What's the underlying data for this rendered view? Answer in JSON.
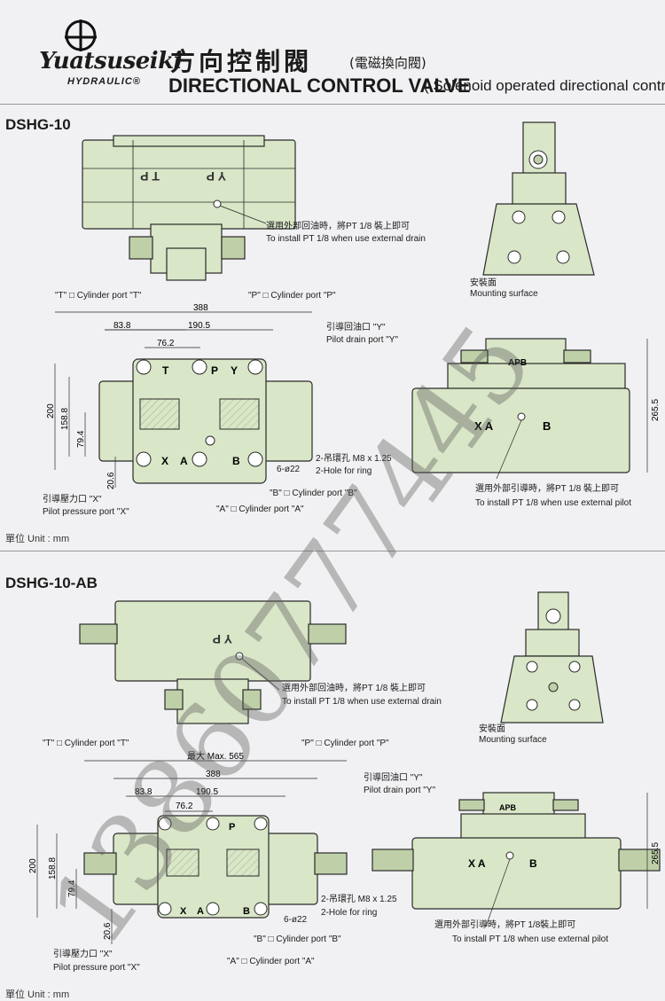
{
  "header": {
    "brand": "Yuatsuseiki",
    "brand_sub": "HYDRAULIC®",
    "title_zh": "方向控制閥",
    "title_zh_sub": "(電磁換向閥)",
    "title_en": "DIRECTIONAL CONTROL VALVE",
    "title_en_sub": "( Solenoid operated directional control va"
  },
  "watermark": "13860777445",
  "section1": {
    "title": "DSHG-10",
    "drain_zh": "選用外部回油時，將PT 1/8 裝上即可",
    "drain_en": "To install PT 1/8 when use external drain",
    "mount_zh": "安裝面",
    "mount_en": "Mounting surface",
    "t_port": "\"T\" □ Cylinder port \"T\"",
    "p_port": "\"P\" □ Cylinder port \"P\"",
    "dim_388": "388",
    "dim_83_8": "83.8",
    "dim_190_5": "190.5",
    "dim_76_2": "76.2",
    "dim_200": "200",
    "dim_158_8": "158.8",
    "dim_79_4": "79.4",
    "dim_20_6": "20.6",
    "y_port_zh": "引導回油口 \"Y\"",
    "y_port_en": "Pilot drain port \"Y\"",
    "ring_zh": "2-吊環孔 M8 x 1.25",
    "ring_en": "2-Hole for ring",
    "holes": "6-ø22",
    "b_port": "\"B\" □ Cylinder port \"B\"",
    "a_port": "\"A\" □ Cylinder port \"A\"",
    "x_port_zh": "引導壓力口 \"X\"",
    "x_port_en": "Pilot pressure port \"X\"",
    "pilot_zh": "選用外部引導時，將PT 1/8 裝上即可",
    "pilot_en": "To install PT 1/8 when use external pilot",
    "dim_265_5": "265.5",
    "unit": "單位 Unit : mm"
  },
  "section2": {
    "title": "DSHG-10-AB",
    "drain_zh": "選用外部回油時，將PT 1/8 裝上即可",
    "drain_en": "To install PT 1/8 when use external drain",
    "mount_zh": "安裝面",
    "mount_en": "Mounting surface",
    "t_port": "\"T\" □ Cylinder port \"T\"",
    "p_port": "\"P\" □ Cylinder port \"P\"",
    "max": "最大 Max. 565",
    "dim_388": "388",
    "dim_83_8": "83.8",
    "dim_190_5": "190.5",
    "dim_76_2": "76.2",
    "dim_200": "200",
    "dim_158_8": "158.8",
    "dim_79_4": "79.4",
    "dim_20_6": "20.6",
    "y_port_zh": "引導回油口 \"Y\"",
    "y_port_en": "Pilot drain port \"Y\"",
    "ring_zh": "2-吊環孔 M8 x 1.25",
    "ring_en": "2-Hole for ring",
    "holes": "6-ø22",
    "b_port": "\"B\" □ Cylinder port \"B\"",
    "a_port": "\"A\" □ Cylinder port \"A\"",
    "x_port_zh": "引導壓力口 \"X\"",
    "x_port_en": "Pilot pressure port \"X\"",
    "pilot_zh": "選用外部引導時，將PT 1/8裝上即可",
    "pilot_en": "To install PT 1/8 when use external pilot",
    "dim_265_5": "265.5",
    "unit": "單位 Unit : mm"
  },
  "stamps": {
    "tp": "T P",
    "yp": "Y P",
    "xa": "X A",
    "b": "B",
    "apb": "APB",
    "t": "T",
    "p": "P",
    "a": "A",
    "x": "X",
    "y": "Y"
  },
  "colors": {
    "valve": "#d9e6c7",
    "valve_dark": "#bfd0a9",
    "line": "#2a2a2a",
    "page": "#f1f1f3"
  }
}
